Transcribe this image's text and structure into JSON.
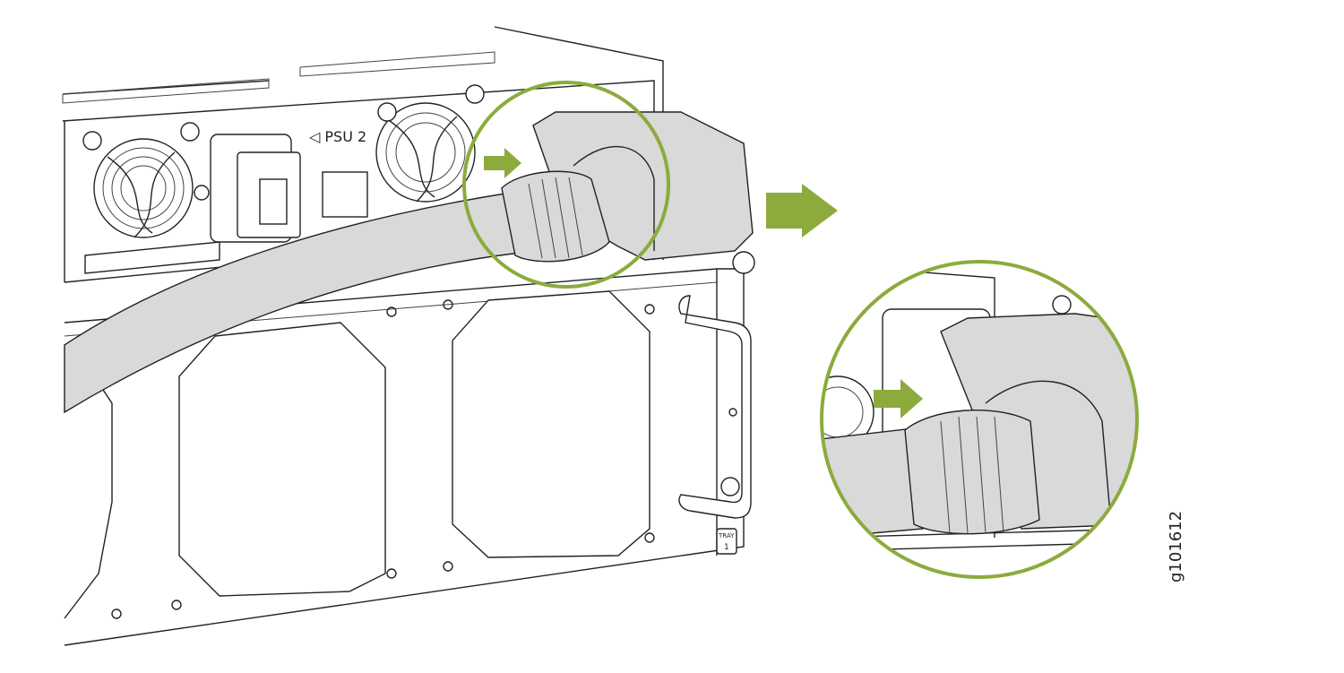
{
  "labels": {
    "psu": "PSU 2",
    "tray_top": "TRAY",
    "tray_num": "1",
    "figure_id": "g101612"
  },
  "colors": {
    "accent_green": "#8cab3c",
    "cable_grey": "#d9d9d9",
    "line": "#222222"
  }
}
